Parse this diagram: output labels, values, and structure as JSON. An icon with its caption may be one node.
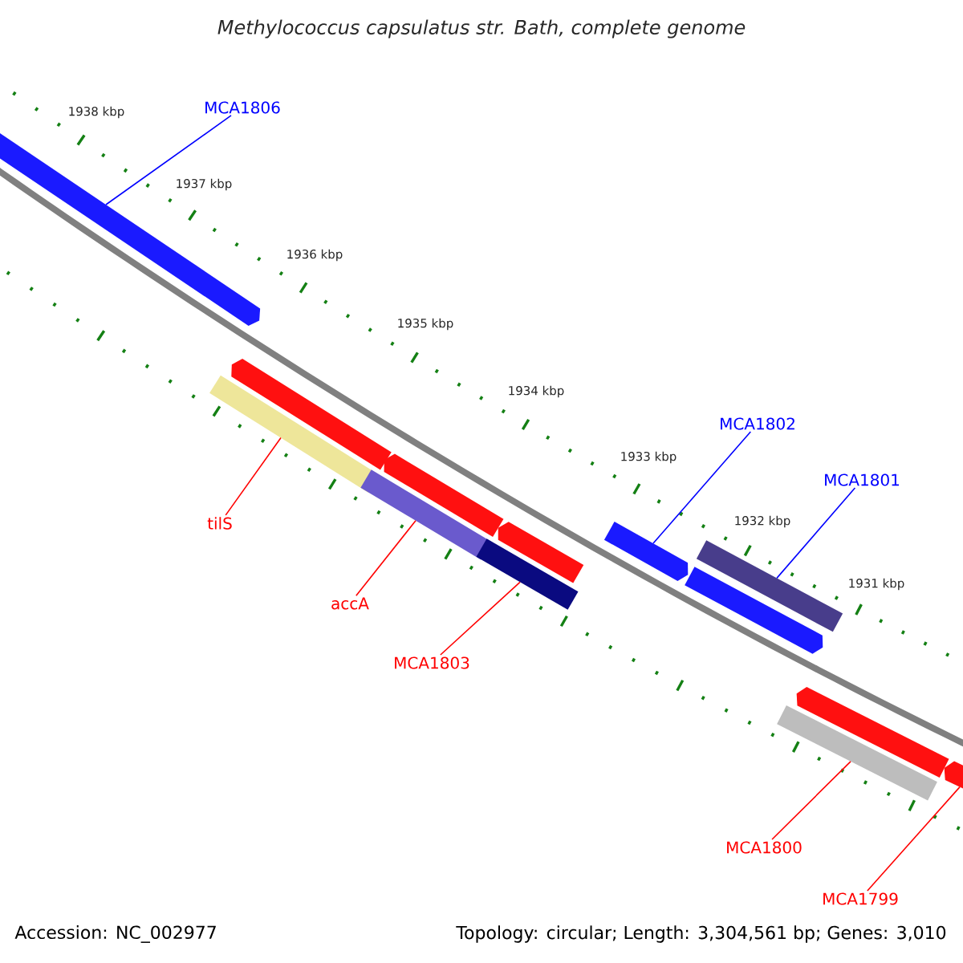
{
  "diagram": {
    "title": "Methylococcus capsulatus str. Bath, complete genome",
    "nodes": [
      {
        "text": [
          "MCA1806"
        ]
      },
      {
        "text": [
          "MCA1802"
        ]
      },
      {
        "text": [
          "MCA1801"
        ]
      },
      {
        "text": [
          "tilS"
        ]
      },
      {
        "text": [
          "accA"
        ]
      },
      {
        "text": [
          "MCA1803"
        ]
      },
      {
        "text": [
          "MCA1800"
        ]
      },
      {
        "text": [
          "MCA1799"
        ]
      },
      {
        "text": [],
        "shape": "pentagon"
      },
      {
        "text": [],
        "shape": "bar"
      },
      {
        "text": [],
        "shape": "pentagon"
      },
      {
        "text": [],
        "shape": "bar"
      },
      {
        "text": [],
        "shape": "pentagon"
      },
      {
        "text": [],
        "shape": "bar"
      },
      {
        "text": [],
        "shape": "pentagon"
      },
      {
        "text": [],
        "shape": "pentagon"
      },
      {
        "text": [],
        "shape": "pentagon"
      },
      {
        "text": [],
        "shape": "bar"
      },
      {
        "text": [],
        "shape": "bar"
      },
      {
        "text": [],
        "shape": "pentagon"
      },
      {
        "text": [],
        "shape": "pentagon"
      }
    ],
    "edges": [
      {
        "from": 0,
        "to": 8,
        "arrow": "none",
        "color": "#0000ff"
      },
      {
        "from": 1,
        "to": 15,
        "arrow": "none",
        "color": "#0000ff"
      },
      {
        "from": 2,
        "to": 17,
        "arrow": "none",
        "color": "#0000ff"
      },
      {
        "from": 3,
        "to": 9,
        "arrow": "none"
      },
      {
        "from": 4,
        "to": 11,
        "arrow": "none"
      },
      {
        "from": 5,
        "to": 13,
        "arrow": "none"
      },
      {
        "from": 6,
        "to": 18,
        "arrow": "none"
      },
      {
        "from": 7,
        "to": 20,
        "arrow": "none"
      }
    ],
    "labels": [
      "1938 kbp",
      "1937 kbp",
      "1936 kbp",
      "1935 kbp",
      "1934 kbp",
      "1933 kbp",
      "1932 kbp",
      "1931 kbp",
      "Accession: NC_002977",
      "Topology: circular; Length: 3,304,561 bp; Genes: 3,010"
    ]
  }
}
